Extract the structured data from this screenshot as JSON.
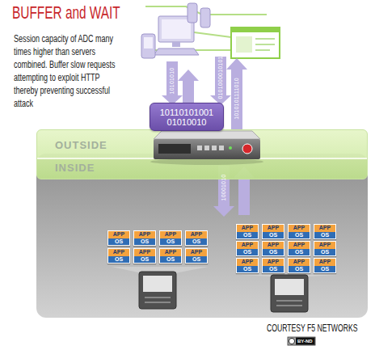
{
  "diagram": {
    "title": "BUFFER and WAIT",
    "nodes": [
      {
        "text": [
          "10110101001 01010010"
        ]
      },
      {
        "text": [
          "OUTSIDE",
          "INSIDE"
        ]
      },
      {
        "text": [
          "APP",
          "OS"
        ]
      },
      {
        "text": [
          "APP",
          "OS"
        ]
      },
      {
        "text": [
          "APP",
          "OS"
        ]
      },
      {
        "text": [
          "APP",
          "OS"
        ]
      },
      {
        "text": [
          "APP",
          "OS"
        ]
      },
      {
        "text": [
          "APP",
          "OS"
        ]
      },
      {
        "text": [
          "APP",
          "OS"
        ]
      },
      {
        "text": [
          "APP",
          "OS"
        ]
      },
      {
        "text": [
          "APP",
          "OS"
        ]
      },
      {
        "text": [
          "APP",
          "OS"
        ]
      },
      {
        "text": [
          "APP",
          "OS"
        ]
      },
      {
        "text": [
          "APP",
          "OS"
        ]
      },
      {
        "text": [
          "APP",
          "OS"
        ]
      },
      {
        "text": [
          "APP",
          "OS"
        ]
      },
      {
        "text": [
          "APP",
          "OS"
        ]
      },
      {
        "text": [
          "APP",
          "OS"
        ]
      },
      {
        "text": [
          "APP",
          "OS"
        ]
      },
      {
        "text": [
          "APP",
          "OS"
        ]
      },
      {
        "text": [
          "APP",
          "OS"
        ]
      },
      {
        "text": [
          "APP",
          "OS"
        ]
      }
    ],
    "labels": [
      "Session capacity of ADC many times higher than servers combined. Buffer slow requests attempting to exploit HTTP thereby preventing successful attack",
      "10101010",
      "0101000010101",
      "1010101111010",
      "10001010",
      "COURTESY F5 NETWORKS",
      "BY-ND"
    ]
  }
}
